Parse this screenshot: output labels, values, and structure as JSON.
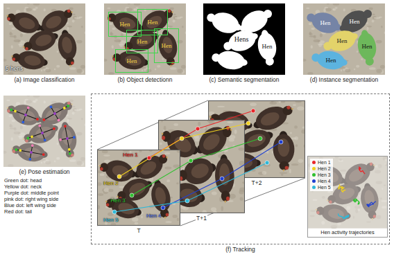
{
  "diagram": {
    "nodes": [
      {
        "text": [
          "(a) Image classification"
        ]
      },
      {
        "text": [
          "(b) Object detectionn"
        ]
      },
      {
        "text": [
          "Hen"
        ],
        "in": 1
      },
      {
        "text": [
          "Hen"
        ],
        "in": 1
      },
      {
        "text": [
          "Hen"
        ],
        "in": 1
      },
      {
        "text": [
          "Hen"
        ],
        "in": 1
      },
      {
        "text": [
          "Hen"
        ],
        "in": 1
      },
      {
        "text": [
          "(c) Semantic segmentation"
        ]
      },
      {
        "text": [
          "(d) Instance segmentation"
        ]
      },
      {
        "text": [
          "(e) Pose estimation"
        ]
      },
      {
        "text": [
          "(f) Tracking"
        ]
      },
      {
        "text": [
          "T"
        ],
        "in": 10
      },
      {
        "text": [
          "T+1"
        ],
        "in": 10
      },
      {
        "text": [
          "T+2"
        ],
        "in": 10
      },
      {
        "text": [
          "Hen activity trajectories"
        ],
        "in": 10
      }
    ],
    "labels": [
      "5 hens",
      "Hens",
      "Hen",
      "Hen",
      "Hen",
      "Hen",
      "Hen",
      "Hen",
      "Green dot: head",
      "Yellow dot: neck",
      "Purple dot: middle point",
      "pink dot: right wing side",
      "Blue dot: left wing side",
      "Red dot: tail",
      "Hen 1",
      "Hen 2",
      "Hen 3",
      "Hen 4",
      "Hen 5"
    ],
    "legend": [
      {
        "text": "Hen 1",
        "color": "#e8262a"
      },
      {
        "text": "Hen 2",
        "color": "#f0d020"
      },
      {
        "text": "Hen 3",
        "color": "#30c030"
      },
      {
        "text": "Hen 4",
        "color": "#2040d0"
      },
      {
        "text": "Hen 5",
        "color": "#30b8d8"
      }
    ]
  }
}
